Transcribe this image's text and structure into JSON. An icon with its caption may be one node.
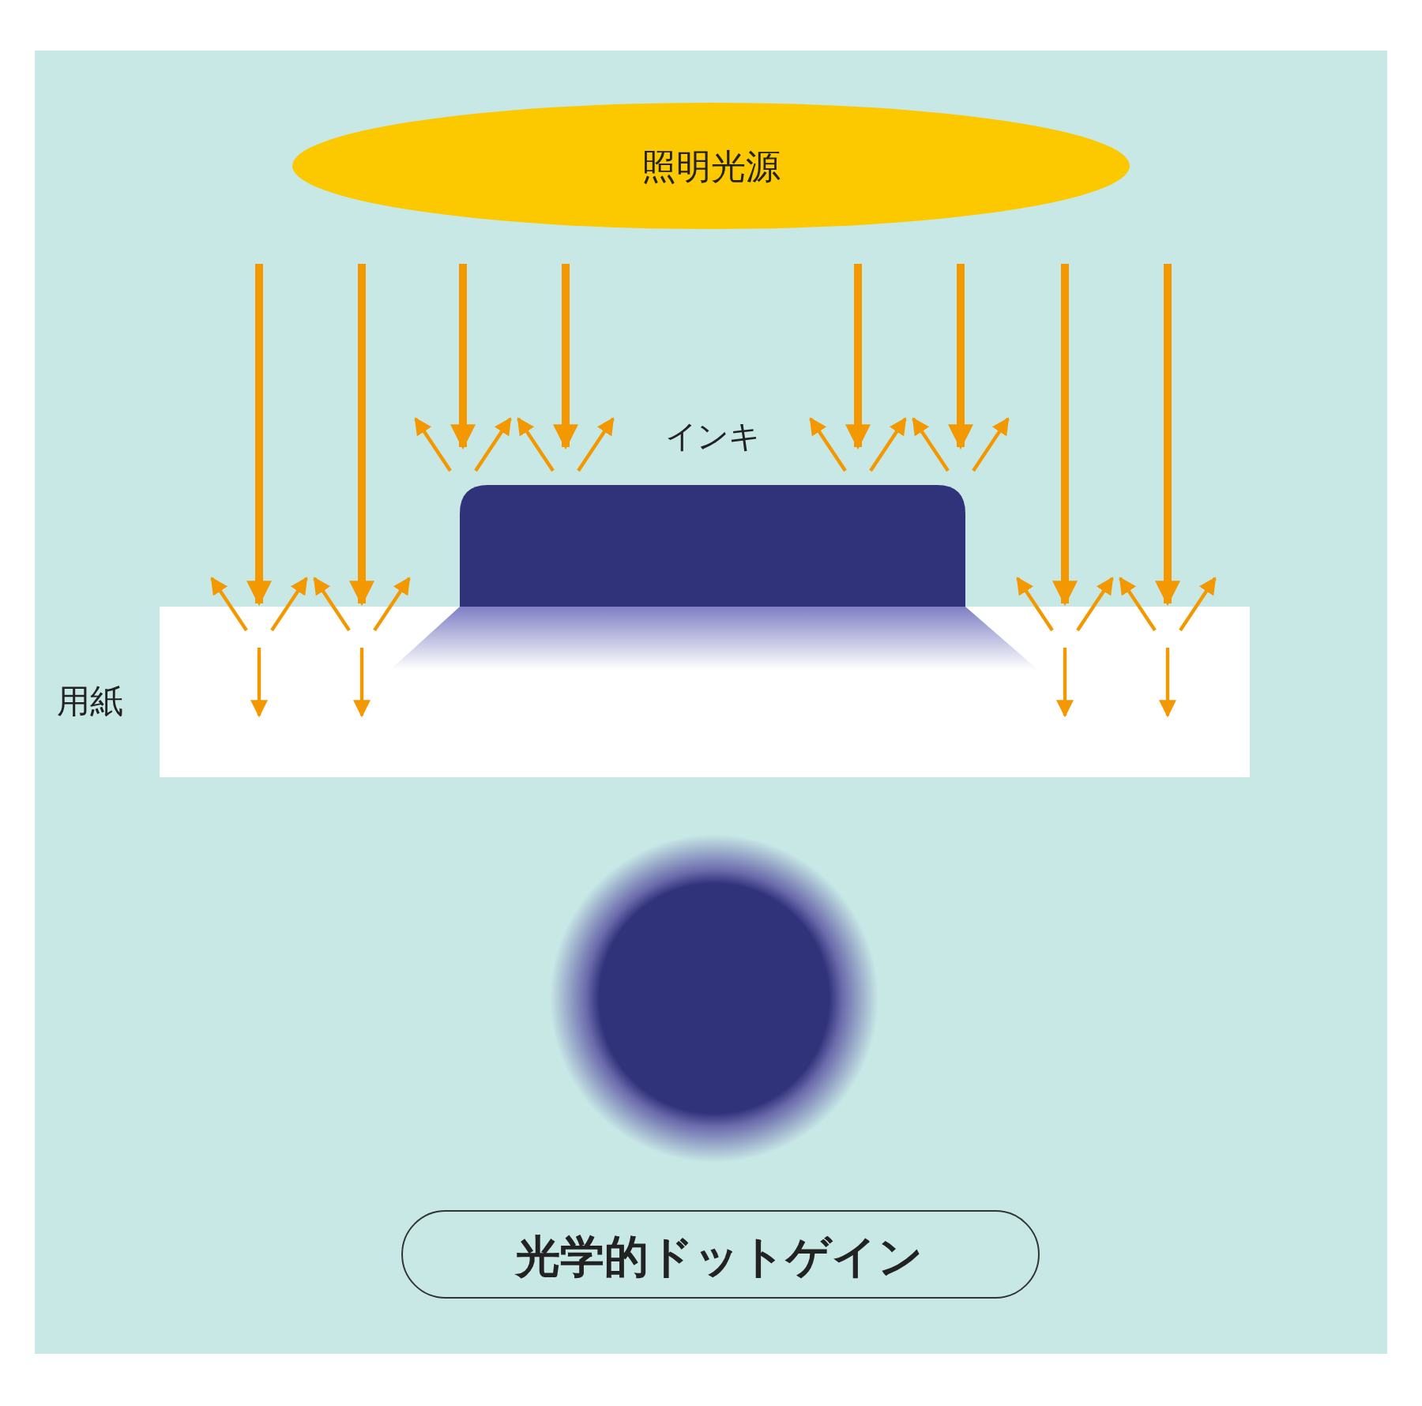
{
  "diagram": {
    "nodes": [
      {
        "text": [
          "照明光源"
        ]
      },
      {
        "text": [
          "インキ"
        ]
      },
      {
        "text": [
          "用紙"
        ]
      },
      {
        "text": [],
        "shape": "bar",
        "in": 2
      },
      {
        "text": [
          "光学的ドットゲイン"
        ]
      }
    ]
  }
}
